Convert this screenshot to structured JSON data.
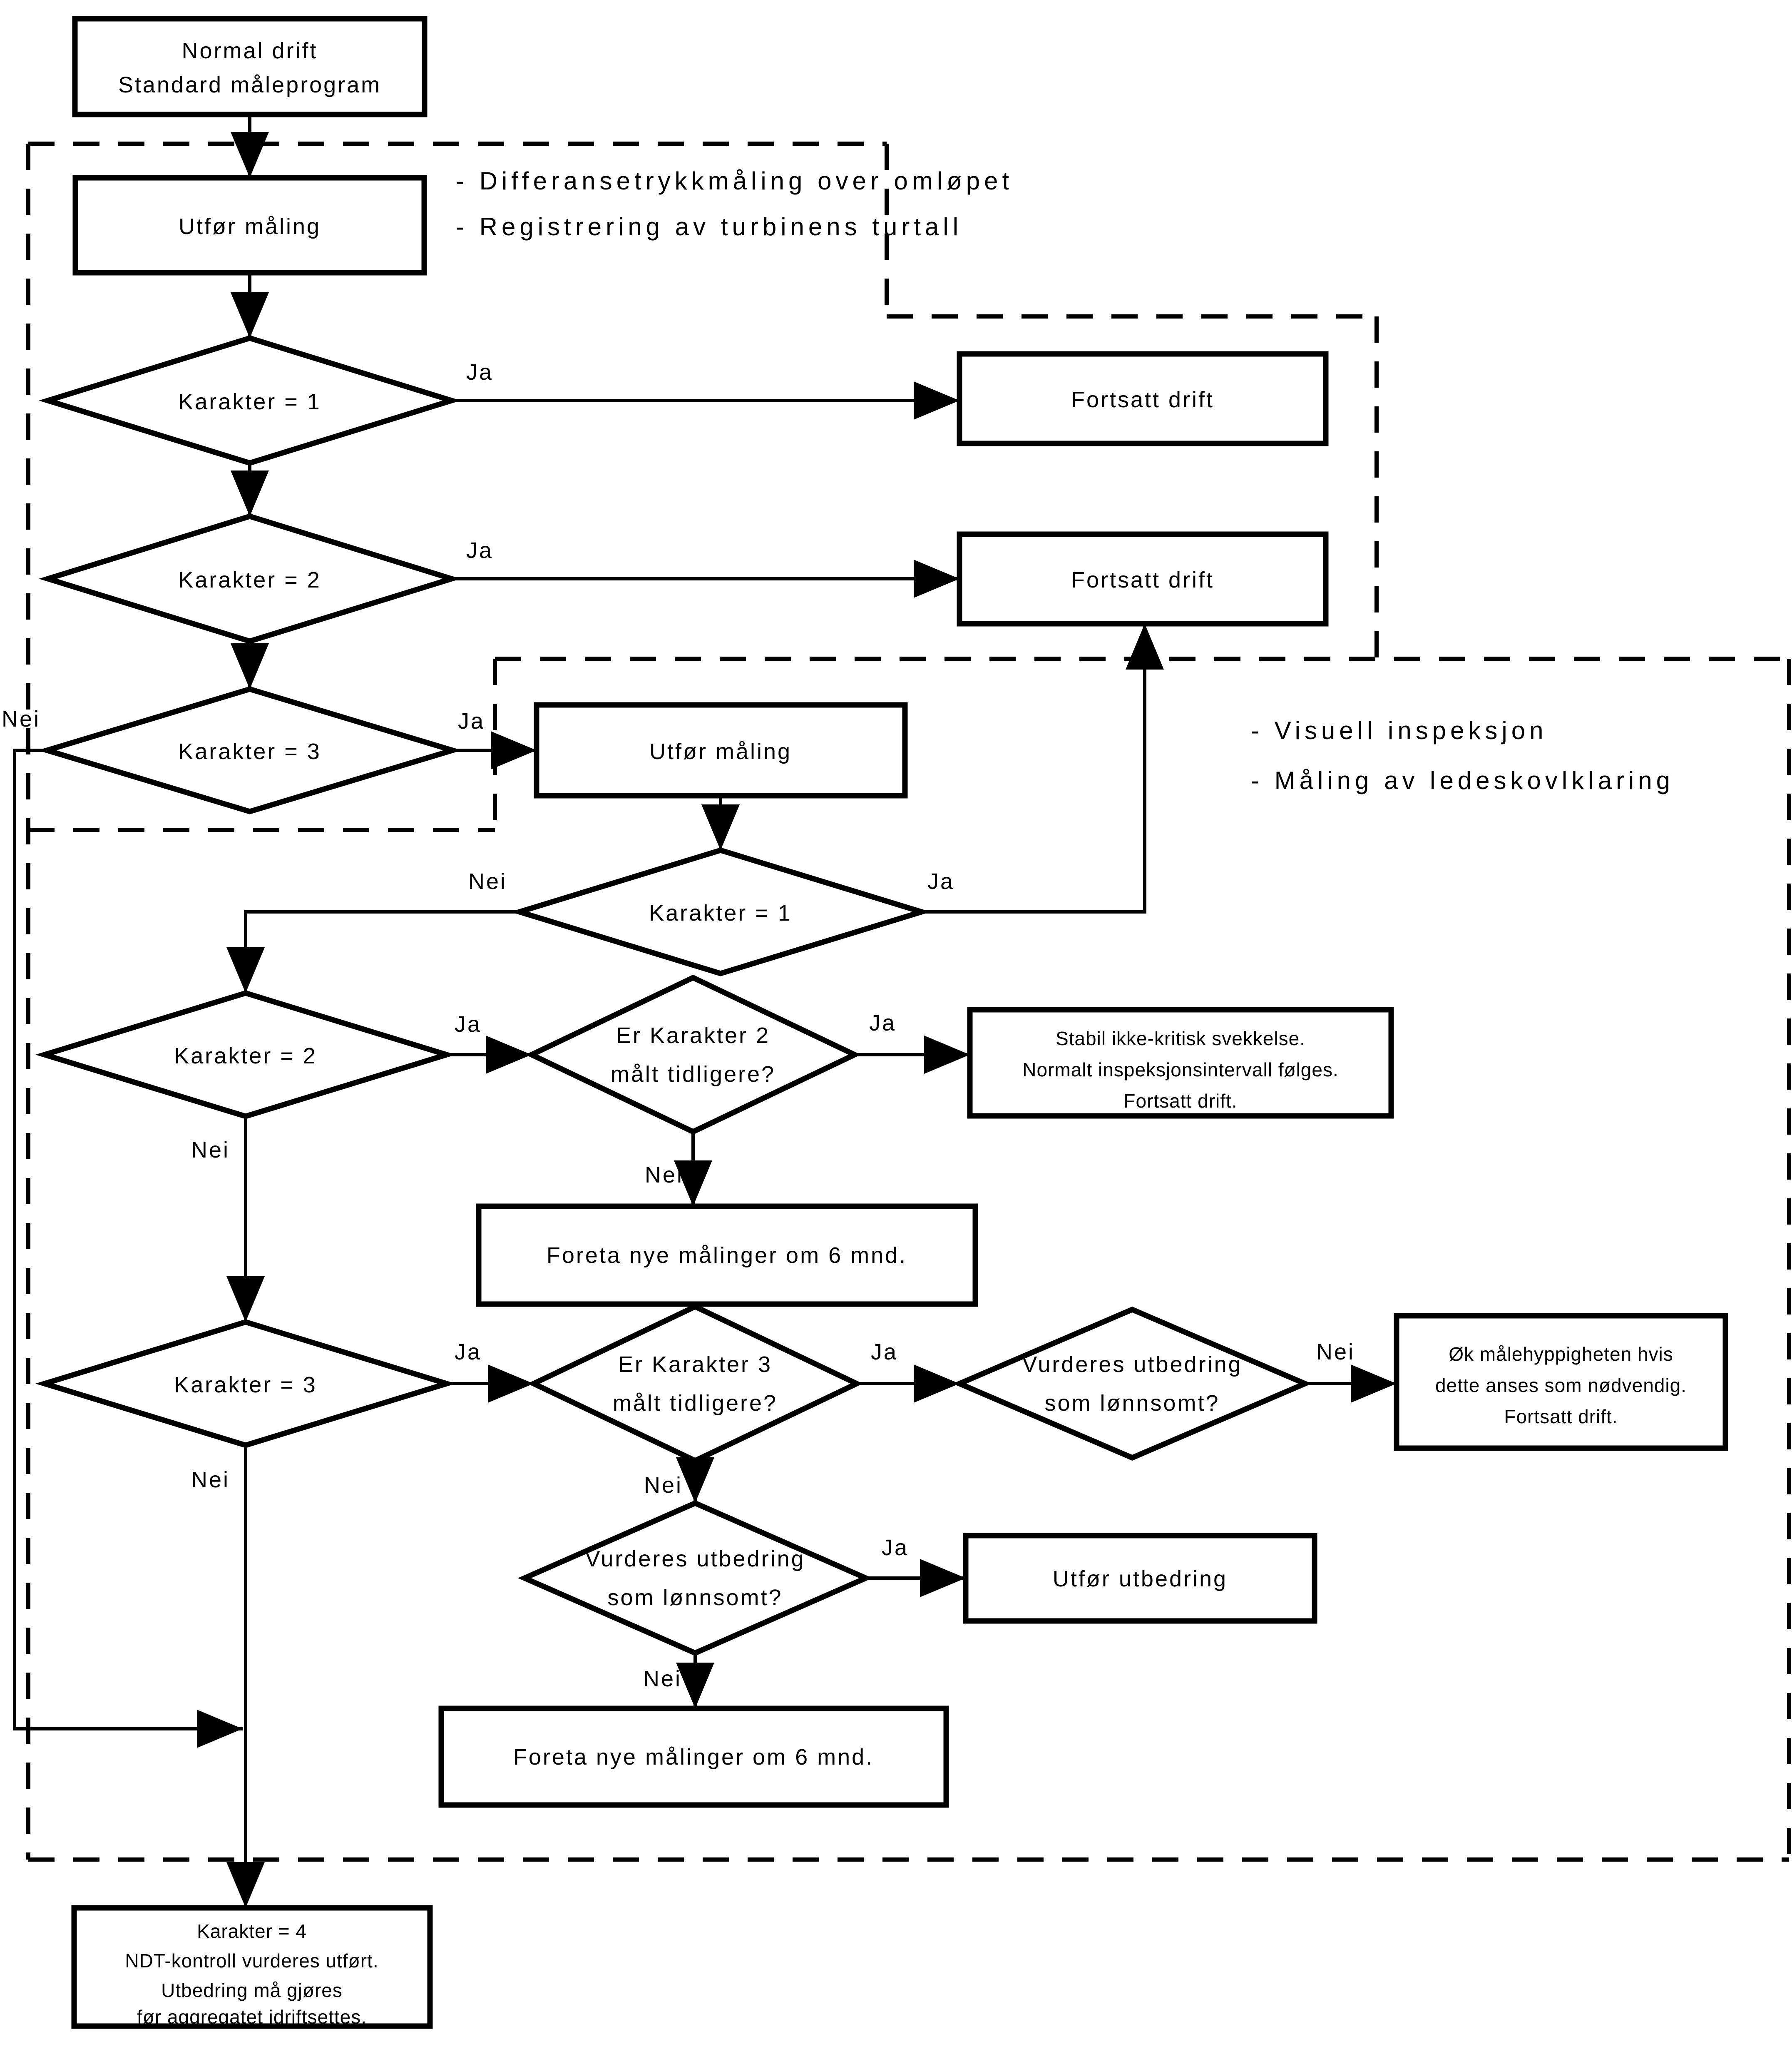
{
  "labels": {
    "ja": "Ja",
    "nei": "Nei"
  },
  "annotations": {
    "program1_line1": "- Differansetrykkmåling over omløpet",
    "program1_line2": "- Registrering av turbinens turtall",
    "program2_line1": "- Visuell inspeksjon",
    "program2_line2": "- Måling av ledeskovlklaring"
  },
  "nodes": {
    "normal_drift": {
      "line1": "Normal drift",
      "line2": "Standard måleprogram"
    },
    "utfor_maling_1": {
      "label": "Utfør måling"
    },
    "karakter1_a": {
      "label": "Karakter = 1"
    },
    "fortsatt_drift_1": {
      "label": "Fortsatt drift"
    },
    "karakter2_a": {
      "label": "Karakter = 2"
    },
    "fortsatt_drift_2": {
      "label": "Fortsatt drift"
    },
    "karakter3_a": {
      "label": "Karakter = 3"
    },
    "utfor_maling_2": {
      "label": "Utfør måling"
    },
    "karakter1_b": {
      "label": "Karakter = 1"
    },
    "karakter2_b": {
      "label": "Karakter = 2"
    },
    "er_karakter2": {
      "line1": "Er Karakter 2",
      "line2": "målt tidligere?"
    },
    "stabil": {
      "line1": "Stabil ikke-kritisk svekkelse.",
      "line2": "Normalt inspeksjonsintervall følges.",
      "line3": "Fortsatt drift."
    },
    "foreta_1": {
      "label": "Foreta nye målinger om 6 mnd."
    },
    "karakter3_b": {
      "label": "Karakter = 3"
    },
    "er_karakter3": {
      "line1": "Er Karakter 3",
      "line2": "målt tidligere?"
    },
    "vurderes_1": {
      "line1": "Vurderes utbedring",
      "line2": "som lønnsomt?"
    },
    "ok_malehyppighet": {
      "line1": "Øk målehyppigheten hvis",
      "line2": "dette anses som nødvendig.",
      "line3": "Fortsatt drift."
    },
    "vurderes_2": {
      "line1": "Vurderes utbedring",
      "line2": "som lønnsomt?"
    },
    "utfor_utbedring": {
      "label": "Utfør utbedring"
    },
    "foreta_2": {
      "label": "Foreta nye målinger om 6 mnd."
    },
    "karakter4": {
      "line1": "Karakter = 4",
      "line2": "NDT-kontroll vurderes utført.",
      "line3": "Utbedring må gjøres",
      "line4": "før aggregatet idriftsettes."
    }
  },
  "colors": {
    "ink": "#000000",
    "background": "#ffffff"
  }
}
